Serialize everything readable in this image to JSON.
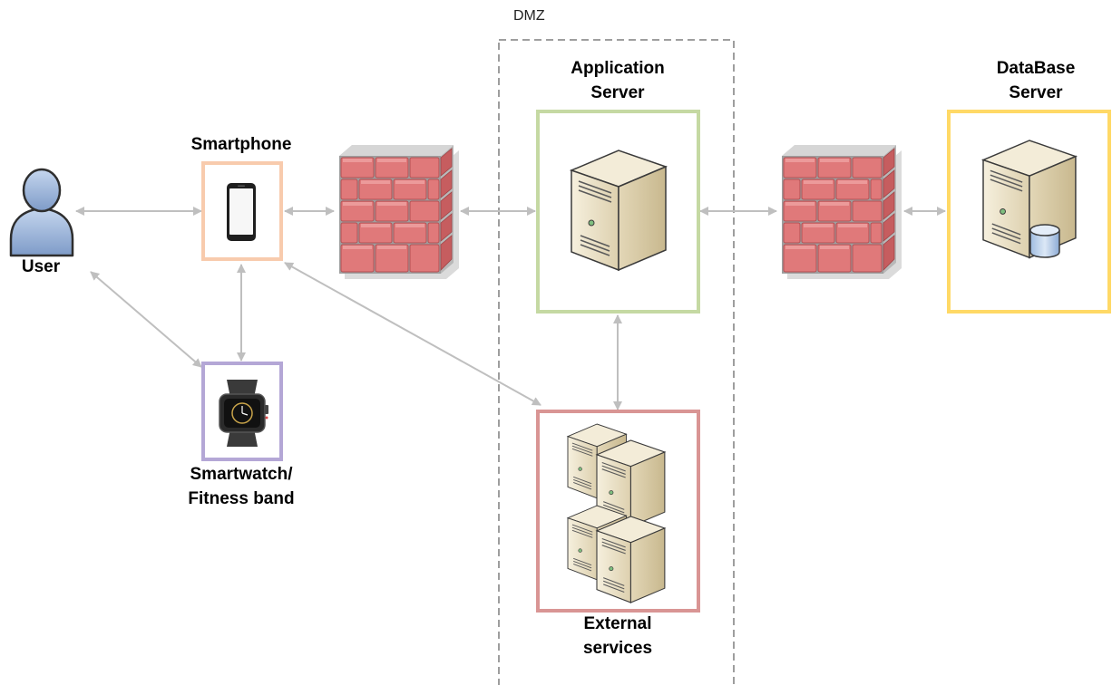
{
  "dmz": {
    "label": "DMZ"
  },
  "nodes": {
    "user": {
      "label": "User",
      "icon": "user-icon"
    },
    "smartphone": {
      "label": "Smartphone",
      "icon": "smartphone-icon",
      "border_color": "#F8CBAD"
    },
    "smartwatch": {
      "line1": "Smartwatch/",
      "line2": "Fitness band",
      "icon": "smartwatch-icon",
      "border_color": "#B4A7D6"
    },
    "app_server": {
      "line1": "Application",
      "line2": "Server",
      "icon": "server-icon",
      "border_color": "#C5D9A3"
    },
    "external": {
      "line1": "External",
      "line2": "services",
      "icon": "server-cluster-icon",
      "border_color": "#D99594"
    },
    "db_server": {
      "line1": "DataBase",
      "line2": "Server",
      "icon": "database-server-icon",
      "border_color": "#FFD966"
    }
  },
  "firewalls": [
    {
      "icon": "firewall-icon"
    },
    {
      "icon": "firewall-icon"
    }
  ],
  "connections": [
    {
      "from": "user",
      "to": "smartphone",
      "type": "bidirectional"
    },
    {
      "from": "smartphone",
      "to": "firewall-1",
      "type": "bidirectional"
    },
    {
      "from": "firewall-1",
      "to": "app_server",
      "type": "bidirectional"
    },
    {
      "from": "app_server",
      "to": "firewall-2",
      "type": "bidirectional"
    },
    {
      "from": "firewall-2",
      "to": "db_server",
      "type": "bidirectional"
    },
    {
      "from": "user",
      "to": "smartwatch",
      "type": "bidirectional"
    },
    {
      "from": "smartphone",
      "to": "smartwatch",
      "type": "bidirectional"
    },
    {
      "from": "smartphone",
      "to": "external",
      "type": "bidirectional"
    },
    {
      "from": "app_server",
      "to": "external",
      "type": "bidirectional"
    }
  ],
  "colors": {
    "arrow": "#BFBFBF",
    "dmz_border": "#7F7F7F",
    "brick": "#E0797A",
    "server_body": "#EFE6CF"
  }
}
